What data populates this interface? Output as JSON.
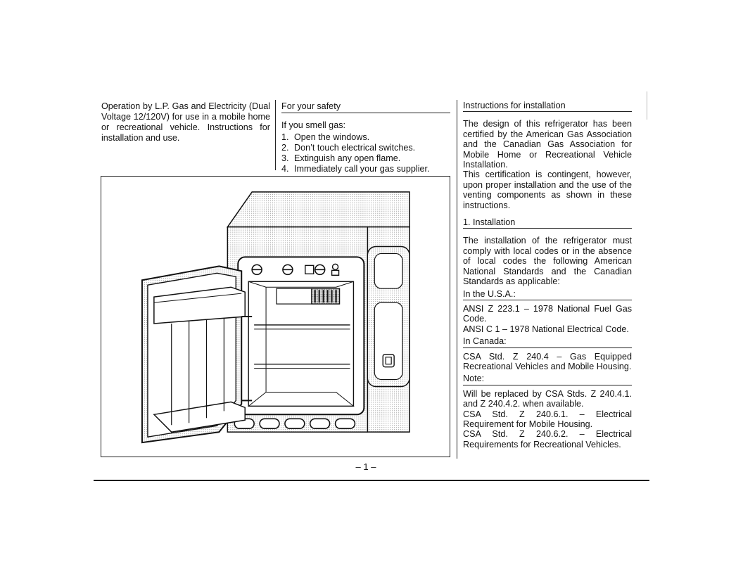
{
  "intro": {
    "text": "Operation by L.P. Gas and Electricity (Dual Voltage 12/120V) for use in a mobile home or recreational vehicle. Instructions for installation and use."
  },
  "safety": {
    "heading": "For your safety",
    "intro": "If you smell gas:",
    "steps": [
      {
        "num": "1.",
        "text": "Open the windows."
      },
      {
        "num": "2.",
        "text": "Don’t touch electrical switches."
      },
      {
        "num": "3.",
        "text": "Extinguish any open flame."
      },
      {
        "num": "4.",
        "text": "Immediately call your gas supplier."
      }
    ]
  },
  "installation": {
    "heading": "Instructions for installation",
    "para1": "The design of this refrigerator has been certified by the American Gas Association and the Canadian Gas Association for Mobile Home or Recreational Vehicle Installation.",
    "para2": "This certification is contingent, however, upon proper installation and the use of the venting components as shown in these instructions.",
    "section1_heading": "1. Installation",
    "section1_text": "The installation of the refrigerator must comply with local codes or in the absence of local codes the following American National Standards and the Canadian Standards as applicable:",
    "usa_heading": "In the U.S.A.:",
    "usa_line1": "ANSI Z 223.1 – 1978 National Fuel Gas Code.",
    "usa_line2": "ANSI C 1 – 1978 National Electrical Code.",
    "canada_heading": "In Canada:",
    "canada_line1": "CSA Std. Z 240.4 – Gas Equipped Recreational Vehicles and Mobile Housing.",
    "note_heading": "Note:",
    "note_line1": "Will be replaced by CSA Stds. Z 240.4.1. and Z 240.4.2. when available.",
    "note_line2": "CSA Std. Z 240.6.1. – Electrical Requirement for Mobile Housing.",
    "note_line3": "CSA Std. Z 240.6.2. – Electrical Requirements for Recreational Vehicles."
  },
  "page_number": "– 1 –"
}
